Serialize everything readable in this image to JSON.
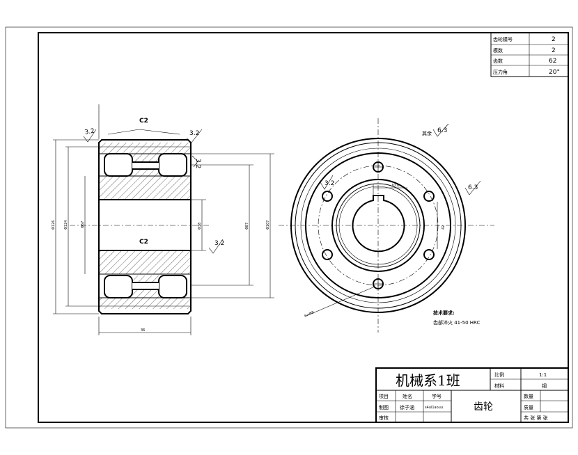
{
  "gear_params": {
    "rows": [
      {
        "label": "齿轮模号",
        "value": "2"
      },
      {
        "label": "模数",
        "value": "2"
      },
      {
        "label": "齿数",
        "value": "62"
      },
      {
        "label": "压力角",
        "value": "20°"
      }
    ]
  },
  "left_view": {
    "chamfer_top": "C2",
    "chamfer_mid": "C2",
    "roughness_a": "3.2",
    "roughness_b": "3.2",
    "roughness_c": "3.2",
    "roughness_d": "3.2",
    "dim_outer": "Φ126",
    "dim_root": "Φ124",
    "dim_hub": "Φ67",
    "dim_bore": "Φ38",
    "dim_ring": "Φ87",
    "dim_pitch": "Φ107",
    "dim_width": "36"
  },
  "right_view": {
    "other_label": "其余",
    "other_roughness": "6.3",
    "roughness_left": "3.2",
    "roughness_right": "6.3",
    "keyway_dim": "10.8",
    "bore_dim": "42",
    "hole_note": "6×Φ8",
    "tech_title": "技术要求:",
    "tech_line": "齿部淬火 41-50 HRC"
  },
  "title_block": {
    "org": "机械系1班",
    "scale_label": "比例",
    "scale_value": "1:1",
    "material_label": "材料",
    "material_value": "钢",
    "row_item": "项目",
    "row_name": "姓名",
    "row_id": "学号",
    "drawer": "制图",
    "drawer_name": "徐子涵",
    "drawer_id": "s4ul1aouu",
    "checker": "审核",
    "part_name": "齿轮",
    "qty_label": "数量",
    "weight_label": "质量",
    "sheets": "共  张  第  张"
  }
}
